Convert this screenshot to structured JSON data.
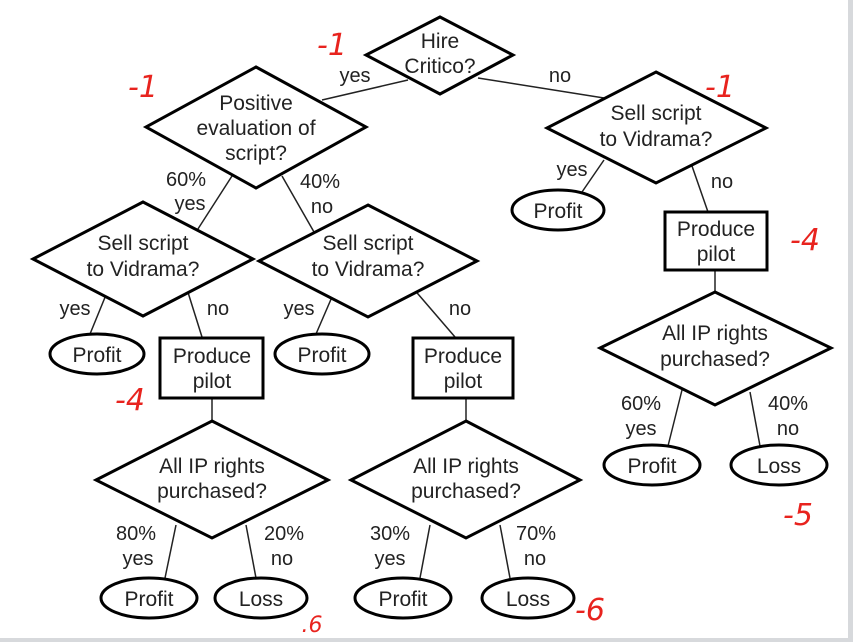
{
  "nodes": {
    "hire": [
      "Hire",
      "Critico?"
    ],
    "positive_eval": [
      "Positive",
      "evaluation of",
      "script?"
    ],
    "sell_right": [
      "Sell script",
      "to Vidrama?"
    ],
    "sell_left": [
      "Sell script",
      "to Vidrama?"
    ],
    "sell_mid": [
      "Sell script",
      "to Vidrama?"
    ],
    "pilot_right": [
      "Produce",
      "pilot"
    ],
    "pilot_left": [
      "Produce",
      "pilot"
    ],
    "pilot_mid": [
      "Produce",
      "pilot"
    ],
    "ip_right": [
      "All IP rights",
      "purchased?"
    ],
    "ip_left": [
      "All IP rights",
      "purchased?"
    ],
    "ip_mid": [
      "All IP rights",
      "purchased?"
    ],
    "outcomes": {
      "right_sell_yes": "Profit",
      "right_ip_yes": "Profit",
      "right_ip_no": "Loss",
      "left_sell_yes": "Profit",
      "mid_sell_yes": "Profit",
      "left_ip_yes": "Profit",
      "left_ip_no": "Loss",
      "mid_ip_yes": "Profit",
      "mid_ip_no": "Loss"
    }
  },
  "edge_labels": {
    "hire_yes": "yes",
    "hire_no": "no",
    "eval_yes": [
      "60%",
      "yes"
    ],
    "eval_no": [
      "40%",
      "no"
    ],
    "sell_right_yes": "yes",
    "sell_right_no": "no",
    "sell_left_yes": "yes",
    "sell_left_no": "no",
    "sell_mid_yes": "yes",
    "sell_mid_no": "no",
    "ip_right_yes": [
      "60%",
      "yes"
    ],
    "ip_right_no": [
      "40%",
      "no"
    ],
    "ip_left_yes": [
      "80%",
      "yes"
    ],
    "ip_left_no": [
      "20%",
      "no"
    ],
    "ip_mid_yes": [
      "30%",
      "yes"
    ],
    "ip_mid_no": [
      "70%",
      "no"
    ]
  },
  "annotations": {
    "hire": "-1",
    "positive_eval": "-1",
    "sell_right": "-1",
    "pilot_right": "-4",
    "pilot_left": "-4",
    "ip_right_loss": "-5",
    "ip_left_loss": ".6",
    "ip_mid_loss": "-6"
  },
  "colors": {
    "annotation": "#e8231e"
  }
}
